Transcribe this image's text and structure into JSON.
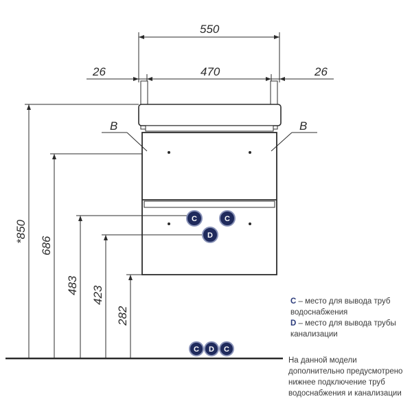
{
  "dimensions": {
    "total_width": "550",
    "inner_width": "470",
    "left_offset": "26",
    "right_offset": "26",
    "total_height": "*850",
    "height_686": "686",
    "height_483": "483",
    "height_423": "423",
    "height_282": "282"
  },
  "labels": {
    "b_left": "B",
    "b_right": "B",
    "c": "C",
    "d": "D"
  },
  "legend": {
    "c_key": "C",
    "c_text": " – место для вывода труб водоснабжения",
    "d_key": "D",
    "d_text": " – место для вывода трубы канализации"
  },
  "note": "На данной модели дополнительно предусмотрено нижнее подключение труб водоснабжения и канализации",
  "colors": {
    "line": "#2b2b2b",
    "badge": "#1f2a5c",
    "badge_ring": "#8a93b8"
  }
}
